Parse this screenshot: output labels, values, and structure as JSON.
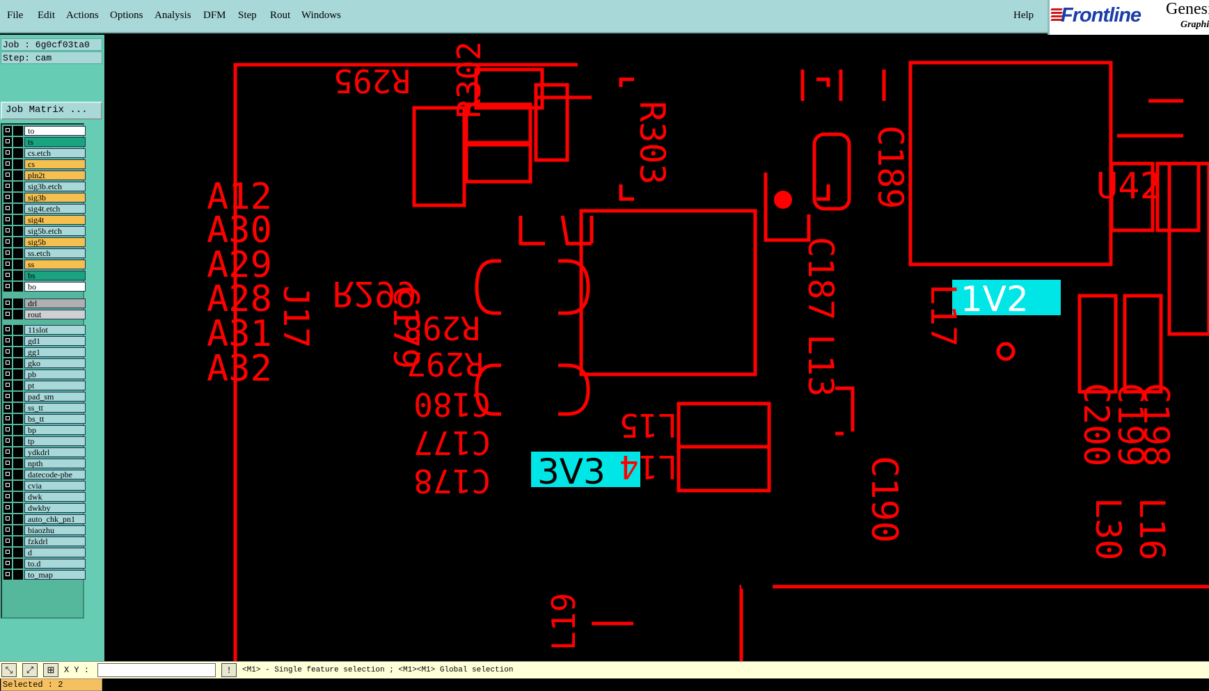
{
  "menu": {
    "file": "File",
    "edit": "Edit",
    "actions": "Actions",
    "options": "Options",
    "analysis": "Analysis",
    "dfm": "DFM",
    "step": "Step",
    "rout": "Rout",
    "windows": "Windows",
    "help": "Help"
  },
  "logo": {
    "brand": "Frontline",
    "genesis": "Genesis",
    "graphic": "Graphic"
  },
  "job": {
    "job_line": "Job : 6g0cf03ta0",
    "step_line": "Step: cam",
    "matrix_button": "Job Matrix ..."
  },
  "layers": [
    {
      "name": "to",
      "color": "#ffffff"
    },
    {
      "name": "ts",
      "color": "#1aa37f"
    },
    {
      "name": "cs.etch",
      "color": "#a8d8d8"
    },
    {
      "name": "cs",
      "color": "#f5c050"
    },
    {
      "name": "pln2t",
      "color": "#f5c050"
    },
    {
      "name": "sig3b.etch",
      "color": "#a8d8d8"
    },
    {
      "name": "sig3b",
      "color": "#f5c050"
    },
    {
      "name": "sig4t.etch",
      "color": "#a8d8d8"
    },
    {
      "name": "sig4t",
      "color": "#f5c050"
    },
    {
      "name": "sig5b.etch",
      "color": "#a8d8d8"
    },
    {
      "name": "sig5b",
      "color": "#f5c050"
    },
    {
      "name": "ss.etch",
      "color": "#a8d8d8"
    },
    {
      "name": "ss",
      "color": "#f5c050"
    },
    {
      "name": "bs",
      "color": "#1aa37f"
    },
    {
      "name": "bo",
      "color": "#ffffff"
    },
    {
      "name": "drl",
      "color": "#b0b0b0"
    },
    {
      "name": "rout",
      "color": "#d0d0d0"
    },
    {
      "name": "11slot",
      "color": "#a8d8d8"
    },
    {
      "name": "gd1",
      "color": "#a8d8d8"
    },
    {
      "name": "gg1",
      "color": "#a8d8d8"
    },
    {
      "name": "gko",
      "color": "#a8d8d8"
    },
    {
      "name": "pb",
      "color": "#a8d8d8"
    },
    {
      "name": "pt",
      "color": "#a8d8d8"
    },
    {
      "name": "pad_sm",
      "color": "#a8d8d8"
    },
    {
      "name": "ss_tt",
      "color": "#a8d8d8"
    },
    {
      "name": "bs_tt",
      "color": "#a8d8d8"
    },
    {
      "name": "bp",
      "color": "#a8d8d8"
    },
    {
      "name": "tp",
      "color": "#a8d8d8"
    },
    {
      "name": "ydkdrl",
      "color": "#a8d8d8"
    },
    {
      "name": "npth",
      "color": "#a8d8d8"
    },
    {
      "name": "datecode-pbe",
      "color": "#a8d8d8"
    },
    {
      "name": "cvia",
      "color": "#a8d8d8"
    },
    {
      "name": "dwk",
      "color": "#a8d8d8"
    },
    {
      "name": "dwkby",
      "color": "#a8d8d8"
    },
    {
      "name": "auto_chk_pn1",
      "color": "#a8d8d8"
    },
    {
      "name": "biaozhu",
      "color": "#a8d8d8"
    },
    {
      "name": "fzkdrl",
      "color": "#a8d8d8"
    },
    {
      "name": "d",
      "color": "#a8d8d8"
    },
    {
      "name": "to.d",
      "color": "#a8d8d8"
    },
    {
      "name": "to_map",
      "color": "#a8d8d8"
    }
  ],
  "selected_line": "Selected : 2",
  "status": {
    "xy_label": "X Y :",
    "message": "<M1> - Single feature selection ; <M1><M1> Global selection"
  },
  "pcb_labels": {
    "r295": "R295",
    "r302": "R302",
    "r303": "R303",
    "c189": "C189",
    "u42": "U42",
    "a12": "A12",
    "a30": "A30",
    "a29": "A29",
    "a28": "A28",
    "a31": "A31",
    "a32": "A32",
    "j17": "J17",
    "c179": "C179",
    "r299": "R299",
    "r298": "R298",
    "r297": "R297",
    "c187": "C187",
    "l13": "L13",
    "c180": "C180",
    "c177": "C177",
    "c178": "C178",
    "l15": "L15",
    "l14": "L14",
    "c190": "C190",
    "l17": "L17",
    "c198": "C198",
    "c199": "C199",
    "c200": "C200",
    "l16": "L16",
    "l30": "L30",
    "l19": "L19",
    "hl_1v2": "1V2",
    "hl_3v3": "3V3"
  },
  "colors": {
    "feature": "#ff0000",
    "highlight": "#00e6e6",
    "background": "#000000",
    "menubar": "#a8d8d8"
  }
}
